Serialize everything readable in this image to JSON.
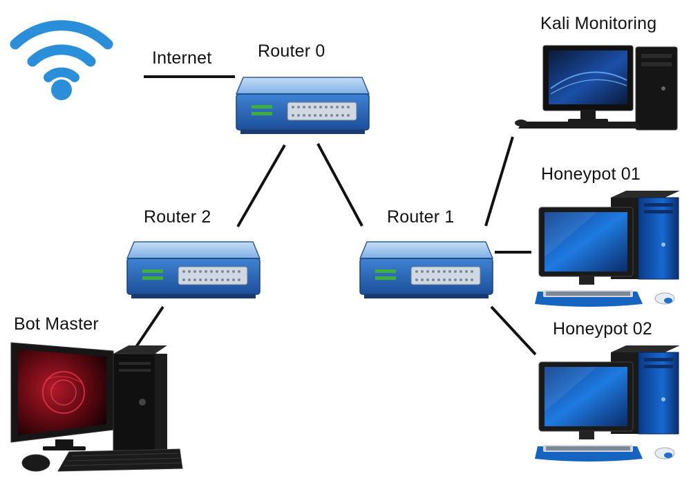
{
  "labels": {
    "internet": "Internet",
    "router0": "Router 0",
    "router1": "Router  1",
    "router2": "Router  2",
    "kali": "Kali Monitoring",
    "honeypot1": "Honeypot 01",
    "honeypot2": "Honeypot 02",
    "botmaster": "Bot Master"
  },
  "colors": {
    "link": "#111111",
    "router_body": "#2f6fc0",
    "router_top": "#9cc4ee",
    "router_led": "#3fae3a",
    "wifi": "#2a8fd8",
    "pc_dark": "#141414",
    "pc_blue": "#1565c0",
    "screen_red": "#8e0f1a"
  },
  "icons": {
    "wifi": "wifi-icon",
    "router": "router-icon",
    "desktop": "desktop-computer-icon"
  }
}
